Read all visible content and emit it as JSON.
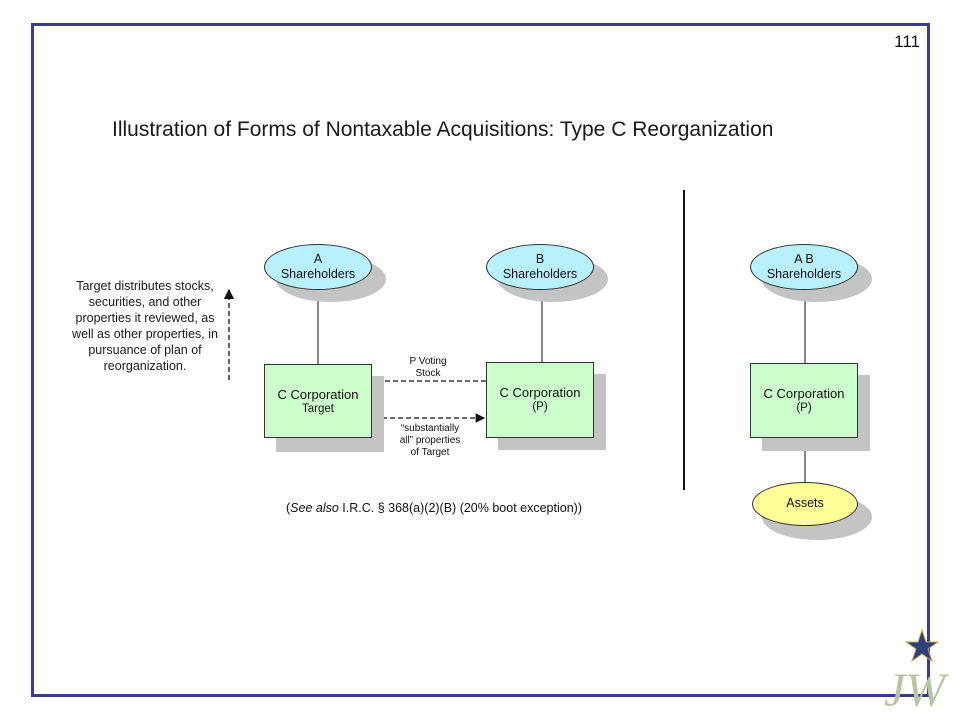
{
  "page_number": "111",
  "title": "Illustration of Forms of Nontaxable Acquisitions: Type C Reorganization",
  "note": "Target distributes stocks, securities, and other properties it reviewed, as well as other properties, in pursuance of plan of reorganization.",
  "left_diagram": {
    "a_shareholders": {
      "line1": "A",
      "line2": "Shareholders"
    },
    "b_shareholders": {
      "line1": "B",
      "line2": "Shareholders"
    },
    "target_corp": {
      "line1": "C Corporation",
      "line2": "Target"
    },
    "p_corp": {
      "line1": "C Corporation",
      "line2": "(P)"
    },
    "arrow_top_label": {
      "line1": "P Voting",
      "line2": "Stock"
    },
    "arrow_bottom_label": {
      "line1": "“substantially",
      "line2": "all” properties",
      "line3": "of Target"
    }
  },
  "footnote": {
    "open": "(",
    "see_also": "See also",
    "rest": " I.R.C. § 368(a)(2)(B) (20% boot exception))"
  },
  "right_diagram": {
    "ab_shareholders": {
      "line1": "A B",
      "line2": "Shareholders"
    },
    "p_corp": {
      "line1": "C Corporation",
      "line2": "(P)"
    },
    "assets": "Assets"
  },
  "logo_text": "JW",
  "colors": {
    "frame": "#3a3a8c",
    "box_fill": "#ccffcc",
    "ellipse_blue": "#b8f0ff",
    "ellipse_yellow": "#ffff99",
    "logo_star": "#2b3f7a",
    "logo_text": "#b9c3a6"
  }
}
